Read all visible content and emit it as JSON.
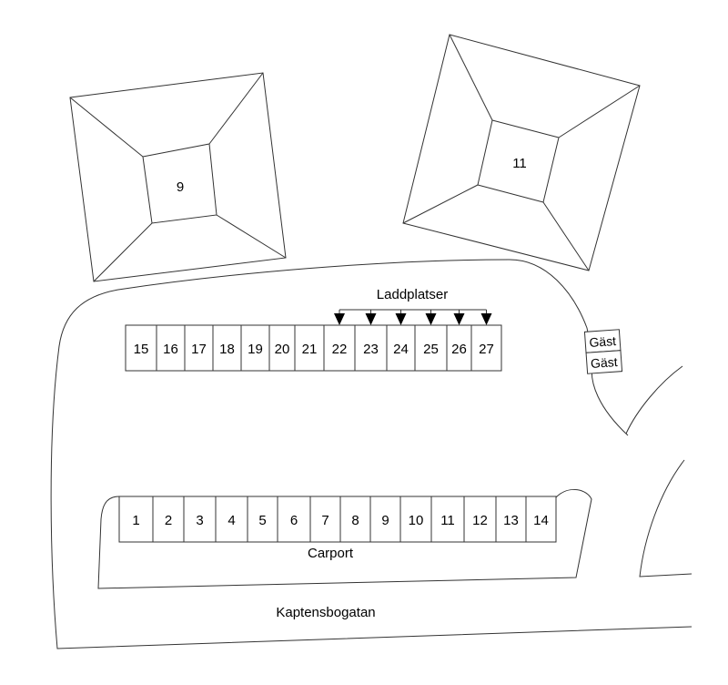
{
  "buildings": [
    {
      "label": "9"
    },
    {
      "label": "11"
    }
  ],
  "charging_label": "Laddplatser",
  "top_row": {
    "spots": [
      "15",
      "16",
      "17",
      "18",
      "19",
      "20",
      "21",
      "22",
      "23",
      "24",
      "25",
      "26",
      "27"
    ],
    "charging_spots": [
      "22",
      "23",
      "24",
      "25",
      "26",
      "27"
    ]
  },
  "bottom_row": {
    "spots": [
      "1",
      "2",
      "3",
      "4",
      "5",
      "6",
      "7",
      "8",
      "9",
      "10",
      "11",
      "12",
      "13",
      "14"
    ],
    "label": "Carport"
  },
  "guest_spots": [
    "Gäst",
    "Gäst"
  ],
  "street_label": "Kaptensbogatan"
}
